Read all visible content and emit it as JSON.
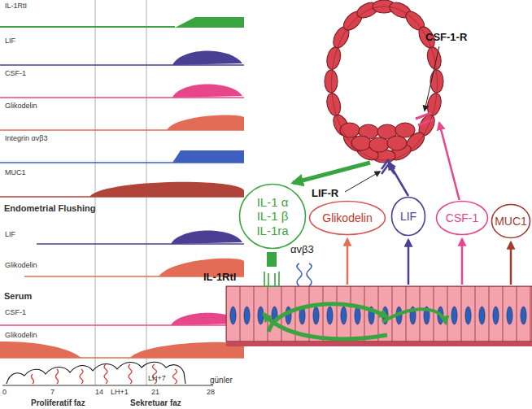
{
  "diagram": {
    "nodes": [
      {
        "text": [
          "CSF-1-R",
          "LIF-R"
        ]
      },
      {
        "text": [
          "IL-1 α IL-1 β IL-1ra"
        ]
      },
      {
        "text": [
          "Glikodelin"
        ]
      },
      {
        "text": [
          "LIF"
        ]
      },
      {
        "text": [
          "CSF-1"
        ]
      },
      {
        "text": [
          "MUC1"
        ]
      }
    ],
    "edges": [
      {
        "from": 0,
        "to": 1,
        "arrow": "to"
      },
      {
        "from": 3,
        "to": 0,
        "arrow": "to"
      },
      {
        "from": 4,
        "to": 0,
        "arrow": "to"
      }
    ],
    "labels": [
      "IL-1RtI",
      "LIF",
      "CSF-1",
      "Glikodelin",
      "Integrin αvβ3",
      "MUC1",
      "Endometrial Flushing",
      "LIF",
      "Glikodelin",
      "Serum",
      "CSF-1",
      "Glikodelin",
      "LH+7",
      "günler",
      "LH+1",
      "0",
      "7",
      "14",
      "21",
      "28",
      "Proliferatif faz",
      "Sekretuar faz",
      "αvβ3",
      "IL-1RtI"
    ]
  }
}
